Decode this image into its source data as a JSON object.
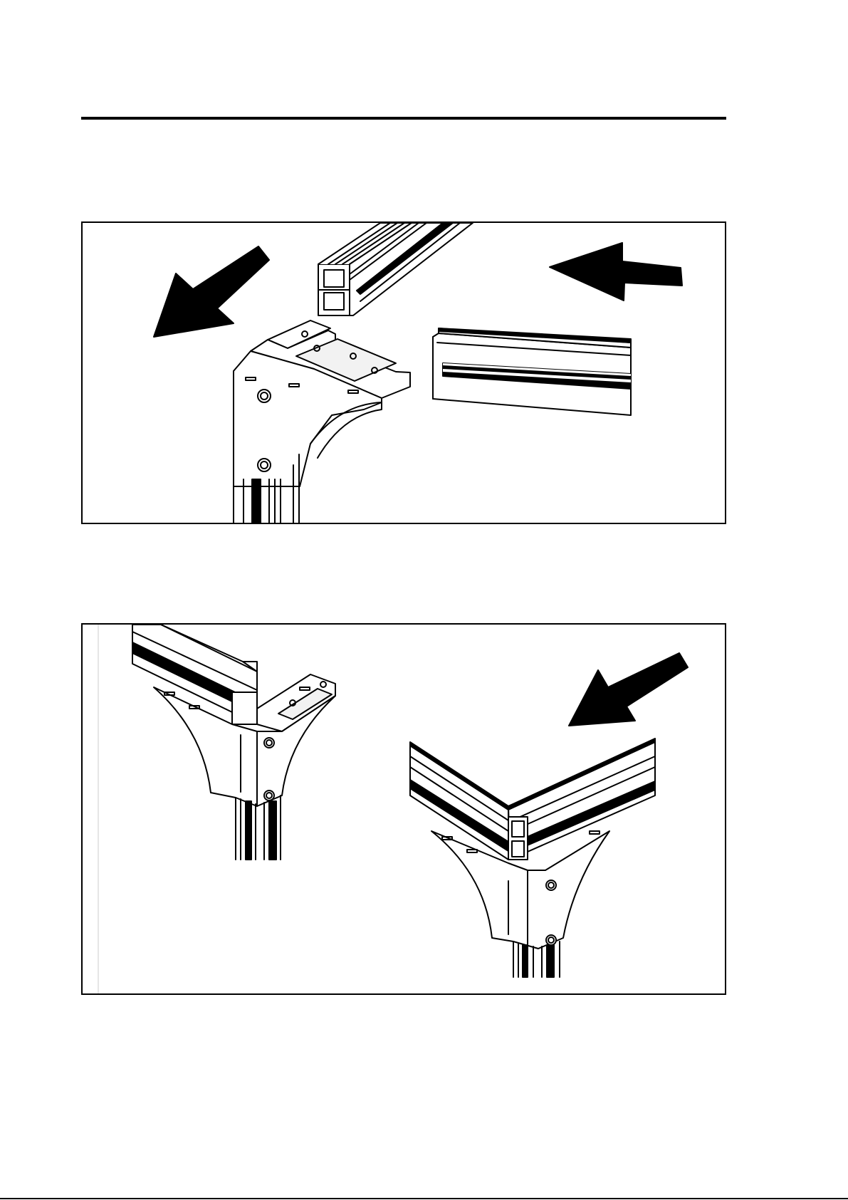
{
  "figures": [
    {
      "id": "step-1",
      "illustration": "corner-bracket-exploded",
      "icons": [
        "arrow-down-left-icon",
        "arrow-left-icon"
      ]
    },
    {
      "id": "step-2",
      "illustration": "corner-bracket-assembled",
      "icons": [
        "arrow-down-left-icon"
      ]
    }
  ],
  "colors": {
    "ink": "#000000",
    "paper": "#ffffff",
    "shade": "#f2f2f2"
  }
}
